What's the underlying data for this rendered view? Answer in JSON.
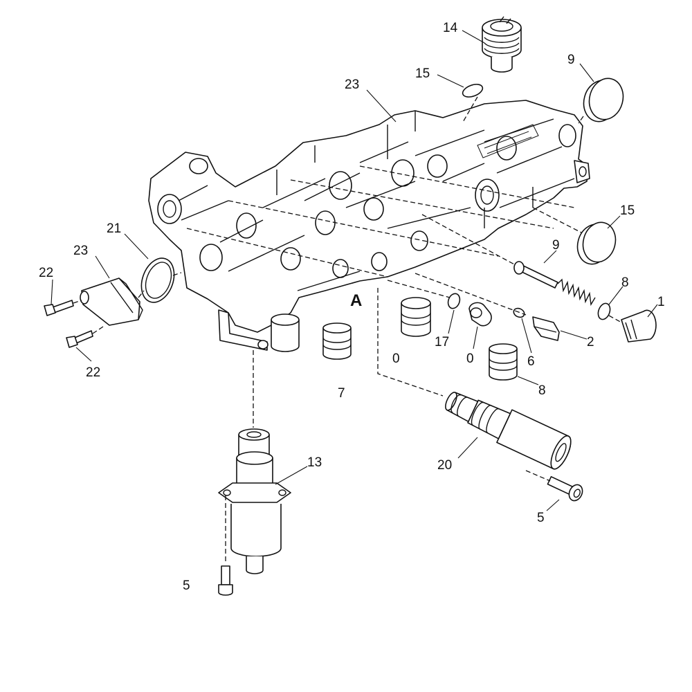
{
  "callouts": [
    {
      "text": "14"
    },
    {
      "text": "15"
    },
    {
      "text": "9"
    },
    {
      "text": "23"
    },
    {
      "text": "15"
    },
    {
      "text": "9"
    },
    {
      "text": "8"
    },
    {
      "text": "1"
    },
    {
      "text": "2"
    },
    {
      "text": "6"
    },
    {
      "text": "0"
    },
    {
      "text": "17"
    },
    {
      "text": "0"
    },
    {
      "text": "8"
    },
    {
      "text": "7"
    },
    {
      "text": "20"
    },
    {
      "text": "5"
    },
    {
      "text": "13"
    },
    {
      "text": "5"
    },
    {
      "text": "22"
    },
    {
      "text": "23"
    },
    {
      "text": "21"
    },
    {
      "text": "22"
    }
  ],
  "section_marker": "A",
  "colors": {
    "line": "#111111",
    "background": "#ffffff"
  }
}
